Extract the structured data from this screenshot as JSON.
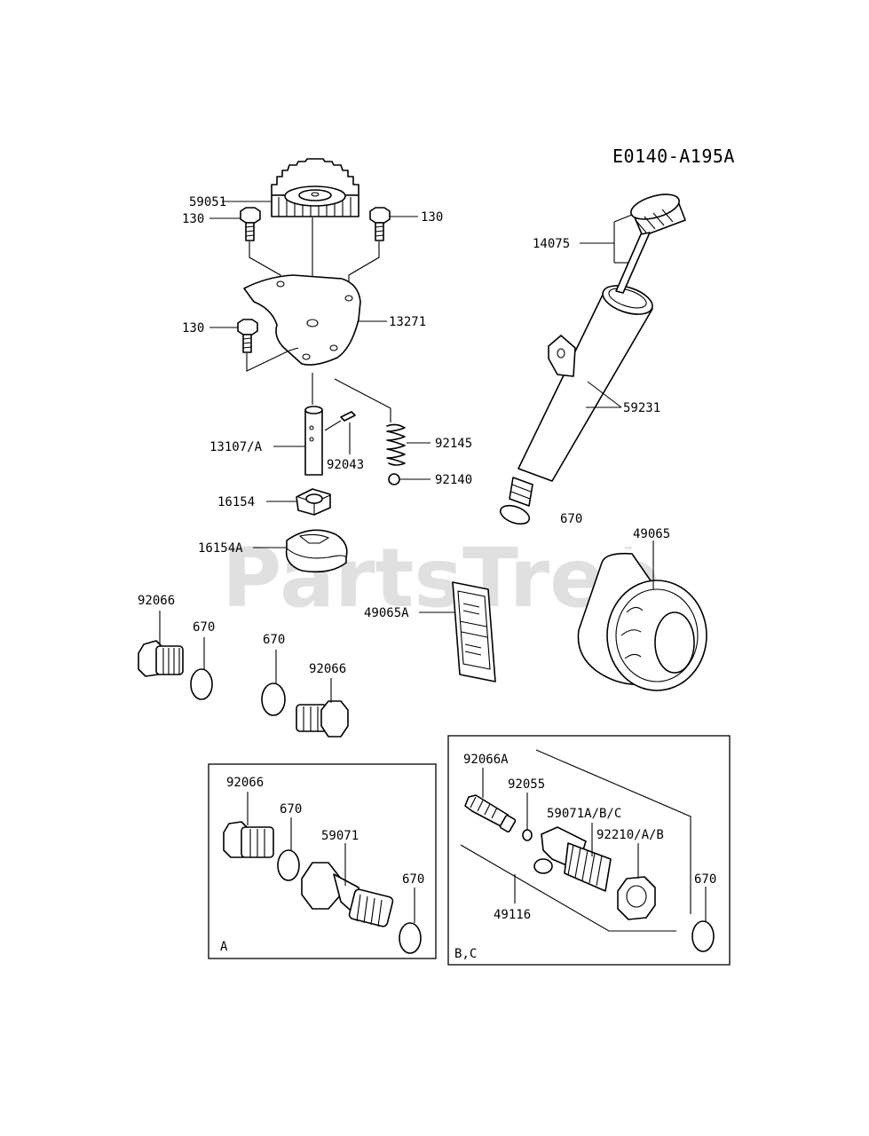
{
  "diagram_code": "E0140-A195A",
  "watermark": "PartsTree",
  "watermark_tm": "™",
  "labels": {
    "p59051": "59051",
    "p130_a": "130",
    "p130_b": "130",
    "p130_c": "130",
    "p13271": "13271",
    "p13107a": "13107/A",
    "p92043": "92043",
    "p92145": "92145",
    "p92140": "92140",
    "p16154": "16154",
    "p16154a": "16154A",
    "p14075": "14075",
    "p59231": "59231",
    "p670_tube": "670",
    "p49065": "49065",
    "p49065a": "49065A",
    "p92066_left": "92066",
    "p670_left": "670",
    "p670_mid": "670",
    "p92066_mid": "92066",
    "boxA_92066": "92066",
    "boxA_670_a": "670",
    "boxA_59071": "59071",
    "boxA_670_b": "670",
    "boxA_tag": "A",
    "boxBC_92066a": "92066A",
    "boxBC_92055": "92055",
    "boxBC_59071abc": "59071A/B/C",
    "boxBC_92210ab": "92210/A/B",
    "boxBC_670": "670",
    "boxBC_49116": "49116",
    "boxBC_tag": "B,C"
  }
}
